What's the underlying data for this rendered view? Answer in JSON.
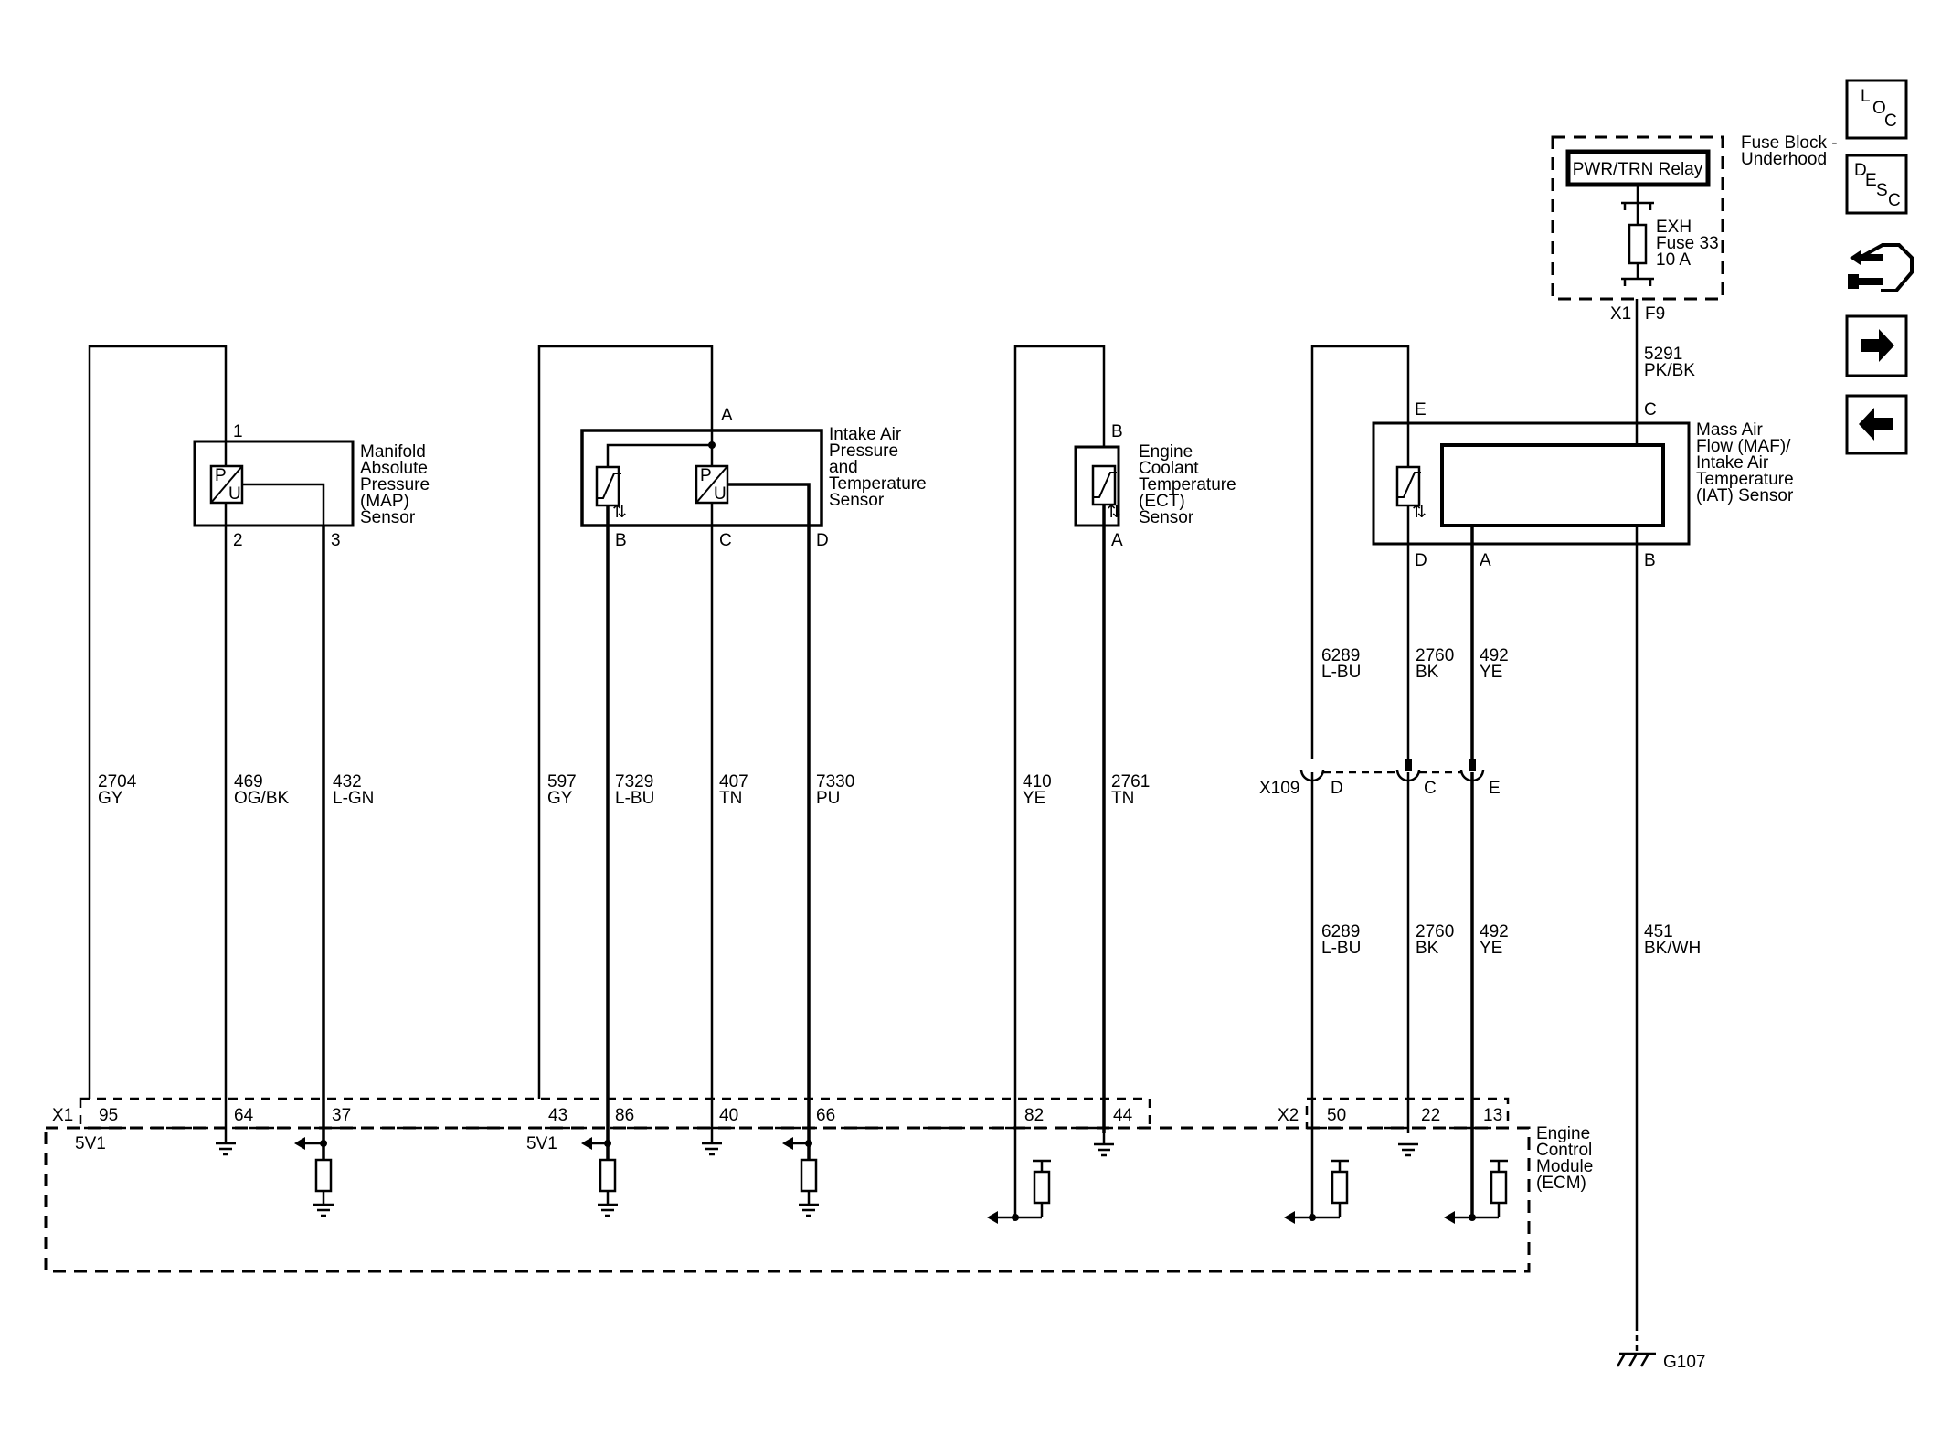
{
  "fuse_block": {
    "label": [
      "Fuse Block -",
      "Underhood"
    ],
    "relay": "PWR/TRN Relay",
    "fuse": [
      "EXH",
      "Fuse 33",
      "10 A"
    ],
    "connector": "X1",
    "pin": "F9"
  },
  "sensors": {
    "map": {
      "name": [
        "Manifold",
        "Absolute",
        "Pressure",
        "(MAP)",
        "Sensor"
      ],
      "pins": [
        "1",
        "2",
        "3"
      ]
    },
    "iapt": {
      "name": [
        "Intake Air",
        "Pressure",
        "and",
        "Temperature",
        "Sensor"
      ],
      "pins": [
        "A",
        "B",
        "C",
        "D"
      ]
    },
    "ect": {
      "name": [
        "Engine",
        "Coolant",
        "Temperature",
        "(ECT)",
        "Sensor"
      ],
      "pins": [
        "B",
        "A"
      ]
    },
    "maf": {
      "name": [
        "Mass Air",
        "Flow (MAF)/",
        "Intake Air",
        "Temperature",
        "(IAT) Sensor"
      ],
      "pins": [
        "E",
        "C",
        "D",
        "A",
        "B"
      ]
    }
  },
  "wires": [
    {
      "circuit": "2704",
      "color": "GY"
    },
    {
      "circuit": "469",
      "color": "OG/BK"
    },
    {
      "circuit": "432",
      "color": "L-GN"
    },
    {
      "circuit": "597",
      "color": "GY"
    },
    {
      "circuit": "7329",
      "color": "L-BU"
    },
    {
      "circuit": "407",
      "color": "TN"
    },
    {
      "circuit": "7330",
      "color": "PU"
    },
    {
      "circuit": "410",
      "color": "YE"
    },
    {
      "circuit": "2761",
      "color": "TN"
    },
    {
      "circuit": "6289",
      "color": "L-BU"
    },
    {
      "circuit": "2760",
      "color": "BK"
    },
    {
      "circuit": "492",
      "color": "YE"
    },
    {
      "circuit": "5291",
      "color": "PK/BK"
    },
    {
      "circuit": "451",
      "color": "BK/WH"
    }
  ],
  "inline_connector": {
    "name": "X109",
    "pins": [
      "D",
      "C",
      "E"
    ]
  },
  "ecm": {
    "name": [
      "Engine",
      "Control",
      "Module",
      "(ECM)"
    ],
    "connector_x1": "X1",
    "connector_x2": "X2",
    "x1_pins": [
      "95",
      "64",
      "37",
      "43",
      "86",
      "40",
      "66",
      "82",
      "44"
    ],
    "x2_pins": [
      "50",
      "22",
      "13"
    ],
    "ref_5v": "5V1"
  },
  "ground": {
    "name": "G107"
  },
  "nav": {
    "loc": [
      "L",
      "O",
      "C"
    ],
    "desc": [
      "D",
      "E",
      "S",
      "C"
    ],
    "connector_icon": "connector-end-view-icon",
    "next_icon": "arrow-right-icon",
    "prev_icon": "arrow-left-icon"
  }
}
